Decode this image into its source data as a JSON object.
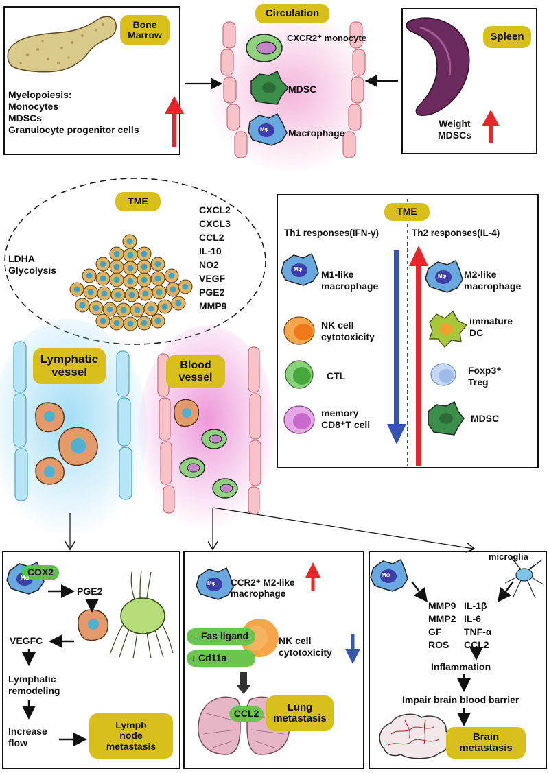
{
  "circulation": {
    "title": "Circulation",
    "cells": [
      "CXCR2⁺ monocyte",
      "MDSC",
      "Macrophage"
    ]
  },
  "bone_marrow": {
    "label": "Bone Marrow",
    "text": "Myelopoiesis:\nMonocytes\nMDSCs\nGranulocyte progenitor cells"
  },
  "spleen": {
    "label": "Spleen",
    "text": "Weight\nMDSCs"
  },
  "tme_tumor": {
    "label": "TME",
    "left_text": "LDHA\nGlycolysis",
    "factors": [
      "CXCL2",
      "CXCL3",
      "CCL2",
      "IL-10",
      "NO2",
      "VEGF",
      "PGE2",
      "MMP9"
    ]
  },
  "tme_immune": {
    "label": "TME",
    "th1_header": "Th1 responses(IFN-γ)",
    "th2_header": "Th2 responses(IL-4)",
    "th1_cells": [
      "M1-like\nmacrophage",
      "NK cell\ncytotoxicity",
      "CTL",
      "memory\nCD8⁺T cell"
    ],
    "th2_cells": [
      "M2-like\nmacrophage",
      "immature\nDC",
      "Foxp3⁺\nTreg",
      "MDSC"
    ]
  },
  "vessels": {
    "lymphatic_label": "Lymphatic vessel",
    "blood_label": "Blood vessel"
  },
  "lymph_panel": {
    "cox2": "COX2",
    "pge2": "PGE2",
    "vegfc": "VEGFC",
    "remodeling": "Lymphatic\nremodeling",
    "flow": "Increase\nflow",
    "outcome": "Lymph\nnode\nmetastasis"
  },
  "lung_panel": {
    "macrophage_text": "CCR2⁺ M2-like\nmacrophage",
    "fas_ligand": "Fas ligand",
    "cd11a": "Cd11a",
    "nk_text": "NK cell\ncytotoxicity",
    "ccl2": "CCL2",
    "outcome": "Lung\nmetastasis"
  },
  "brain_panel": {
    "microglia": "microglia",
    "factors_left": [
      "MMP9",
      "MMP2",
      "GF",
      "ROS"
    ],
    "factors_right": [
      "IL-1β",
      "IL-6",
      "TNF-α",
      "CCL2"
    ],
    "inflammation": "Inflammation",
    "barrier": "Impair brain blood barrier",
    "outcome": "Brain\nmetastasis"
  },
  "cell_glyph": "Mφ",
  "colors": {
    "label_yellow": "#d9bf1c",
    "arrow_red": "#e8262a",
    "arrow_blue": "#3555b0",
    "macrophage": "#6aa8e0",
    "mdsc": "#3b8f4a",
    "monocyte": "#7cc46c",
    "nk": "#f08a2c",
    "ctl": "#5cb84a",
    "memory": "#d27fd4",
    "treg": "#a9c4ea",
    "tumor_cell": "#e3b45f",
    "lymph_glow": "#a7e2f5",
    "blood_glow": "#ee9ed8",
    "spleen": "#6b2a5e"
  }
}
